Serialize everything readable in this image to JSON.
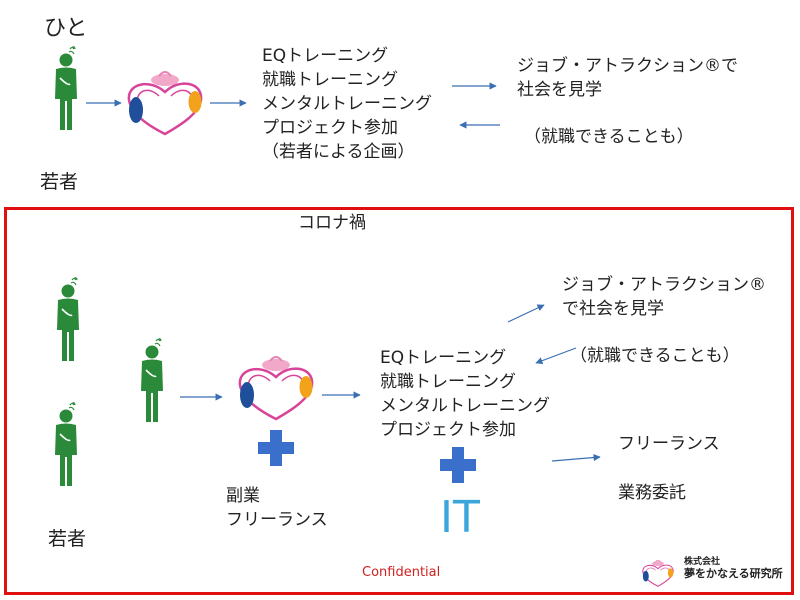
{
  "colors": {
    "frame": "#e01010",
    "person": "#2a8a3a",
    "arrow": "#3b6fb3",
    "plus": "#3b6fcc",
    "it": "#3aa6dc",
    "confidential": "#d02020"
  },
  "top": {
    "title": "ひと",
    "person_label": "若者",
    "programs": [
      "EQトレーニング",
      "就職トレーニング",
      "メンタルトレーニング",
      "プロジェクト参加",
      "（若者による企画）"
    ],
    "result_line1": "ジョブ・アトラクション®で",
    "result_line2": "社会を見学",
    "result_note": "（就職できることも）"
  },
  "covid": {
    "label": "コロナ禍",
    "person_label": "若者",
    "programs": [
      "EQトレーニング",
      "就職トレーニング",
      "メンタルトレーニング",
      "プロジェクト参加"
    ],
    "result_line1": "ジョブ・アトラクション®",
    "result_line2": "で社会を見学",
    "result_note": "（就職できることも）",
    "side_jobs": [
      "副業",
      "フリーランス"
    ],
    "it": "IT",
    "outcomes": [
      "フリーランス",
      "業務委託"
    ],
    "confidential": "Confidential"
  },
  "logo": {
    "line1": "株式会社",
    "line2": "夢をかなえる研究所"
  }
}
